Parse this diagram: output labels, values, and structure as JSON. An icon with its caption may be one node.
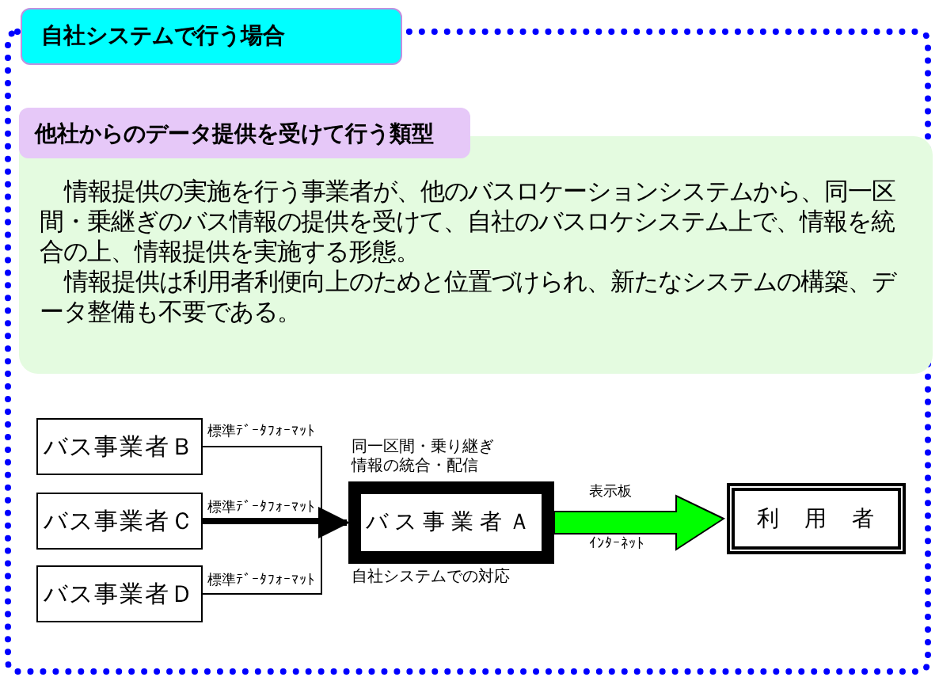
{
  "diagram": {
    "nodes": [
      {
        "text": [
          "自社システムで行う場合"
        ]
      },
      {
        "text": [
          "他社からのデータ提供を受けて行う類型",
          "情報提供の実施を行う事業者が、他のバスロケーションシステムから、同一区間・乗継ぎのバス情報の提供を受けて、自社のバスロケシステム上で、情報を統合の上、情報提供を実施する形態。",
          "情報提供は利用者利便向上のためと位置づけられ、新たなシステムの構築、データ整備も不要である。"
        ],
        "in": 0
      },
      {
        "text": [
          "バス事業者Ｂ"
        ],
        "in": 0
      },
      {
        "text": [
          "バス事業者Ｃ"
        ],
        "in": 0
      },
      {
        "text": [
          "バス事業者Ｄ"
        ],
        "in": 0
      },
      {
        "text": [
          "バス事業者Ａ"
        ],
        "in": 0,
        "beside": [
          "同一区間・乗り継ぎ情報の統合・配信",
          "自社システムでの対応"
        ]
      },
      {
        "text": [
          "利　用　者"
        ],
        "in": 0
      }
    ],
    "edges": [
      {
        "from": 2,
        "to": 5,
        "arrow": "to",
        "label": "標準ﾃﾞｰﾀﾌｫｰﾏｯﾄ"
      },
      {
        "from": 3,
        "to": 5,
        "arrow": "to",
        "label": "標準ﾃﾞｰﾀﾌｫｰﾏｯﾄ",
        "style": "thick"
      },
      {
        "from": 4,
        "to": 5,
        "arrow": "to",
        "label": "標準ﾃﾞｰﾀﾌｫｰﾏｯﾄ"
      },
      {
        "from": 5,
        "to": 6,
        "arrow": "to",
        "label": "表示板",
        "style": "thick",
        "color": "#00ff00"
      }
    ],
    "labels": [
      "ｲﾝﾀｰﾈｯﾄ"
    ]
  }
}
